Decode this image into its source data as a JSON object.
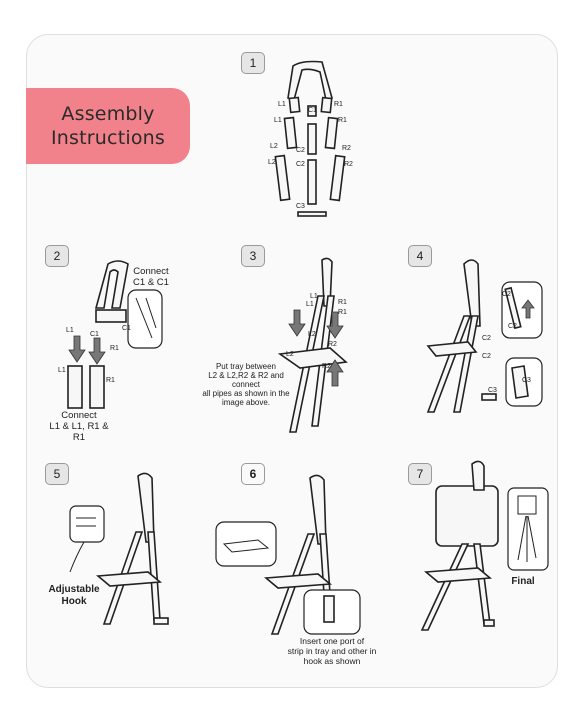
{
  "banner": {
    "line1": "Assembly",
    "line2": "Instructions"
  },
  "steps": [
    {
      "number": "1"
    },
    {
      "number": "2"
    },
    {
      "number": "3"
    },
    {
      "number": "4"
    },
    {
      "number": "5"
    },
    {
      "number": "6"
    },
    {
      "number": "7"
    }
  ],
  "step1": {
    "labels": [
      "L1",
      "R1",
      "C1",
      "L1",
      "R1",
      "C2",
      "L2",
      "R2",
      "L2",
      "C2",
      "R2",
      "C3"
    ]
  },
  "step2": {
    "connect_top": "Connect\nC1 & C1",
    "connect_bottom": "Connect\nL1 & L1, R1 & R1",
    "labels": [
      "L1",
      "R1",
      "C1",
      "C1",
      "L1",
      "R1"
    ]
  },
  "step3": {
    "note": "Put tray between\nL2 & L2,R2 & R2 and connect\nall pipes as shown in the\nimage above.",
    "labels": [
      "L1",
      "R1",
      "L1",
      "R1",
      "L2",
      "R2",
      "L2",
      "R2"
    ]
  },
  "step4": {
    "labels": [
      "C2",
      "C2",
      "C2",
      "C2",
      "C3",
      "C3"
    ]
  },
  "step5": {
    "label": "Adjustable\nHook"
  },
  "step6": {
    "note": "Insert one port of\nstrip in tray and other in\nhook as shown"
  },
  "step7": {
    "label": "Final"
  }
}
